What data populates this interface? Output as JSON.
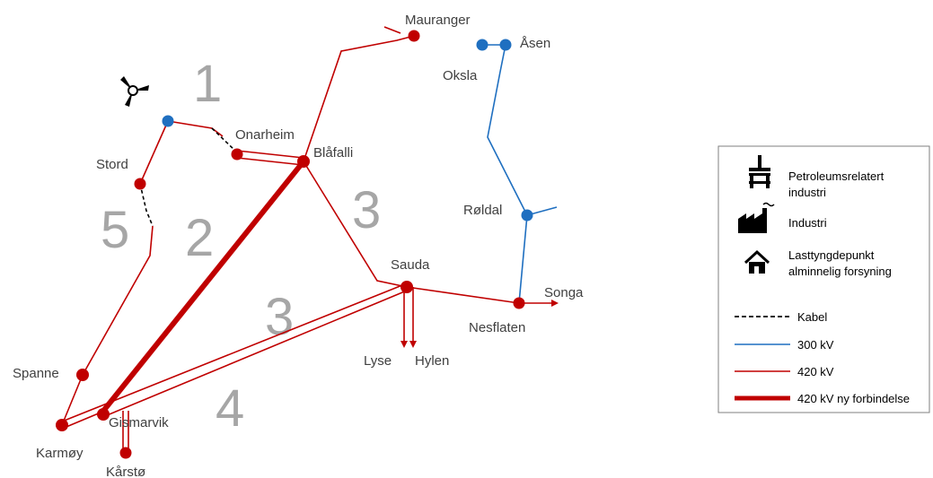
{
  "colors": {
    "line_420": "#c00000",
    "line_300": "#1f6fc0",
    "cable": "#000000",
    "node_red": "#c00000",
    "node_blue": "#1f6fc0",
    "area_number": "#a6a6a6",
    "label": "#404040"
  },
  "places": {
    "mauranger": "Mauranger",
    "asen": "Åsen",
    "oksla": "Oksla",
    "onarheim": "Onarheim",
    "blafalli": "Blåfalli",
    "stord": "Stord",
    "roldal": "Røldal",
    "sauda": "Sauda",
    "songa": "Songa",
    "nesflaten": "Nesflaten",
    "lyse": "Lyse",
    "hylen": "Hylen",
    "spanne": "Spanne",
    "gismarvik": "Gismarvik",
    "karmoy": "Karmøy",
    "karsto": "Kårstø"
  },
  "areas": [
    "1",
    "2",
    "3",
    "3",
    "4",
    "5"
  ],
  "icons": {
    "wind_turbine": "wind-turbine-icon"
  },
  "legend": {
    "items": [
      {
        "icon": "oil-rig-icon",
        "label_line1": "Petroleumsrelatert",
        "label_line2": "industri"
      },
      {
        "icon": "factory-icon",
        "label_line1": "Industri",
        "label_line2": ""
      },
      {
        "icon": "house-icon",
        "label_line1": "Lasttyngdepunkt",
        "label_line2": "alminnelig forsyning"
      }
    ],
    "lines": [
      {
        "style": "cable",
        "label": "Kabel"
      },
      {
        "style": "300kv",
        "label": "300 kV"
      },
      {
        "style": "420kv",
        "label": "420 kV"
      },
      {
        "style": "420kv-new",
        "label": "420 kV ny forbindelse"
      }
    ]
  }
}
